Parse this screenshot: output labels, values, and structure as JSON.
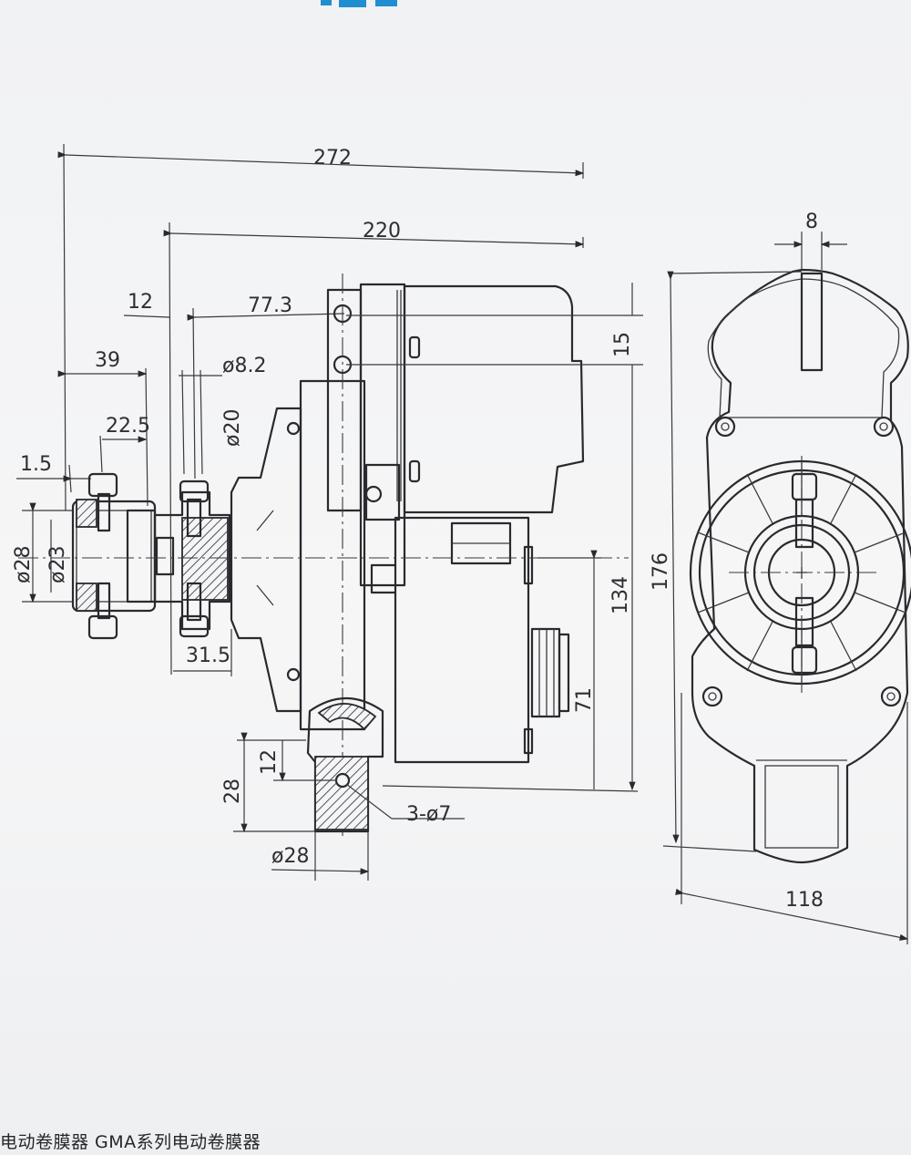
{
  "drawing": {
    "dimensions": {
      "overall_length": "272",
      "body_length": "220",
      "flange_offset": "12",
      "hole_offset": "77.3",
      "shaft_length": "39",
      "shaft_inner": "22.5",
      "lip": "1.5",
      "bolt_hole": "ø8.2",
      "bore": "ø20",
      "outer_dia": "ø28",
      "inner_dia": "ø23",
      "spacer": "31.5",
      "top_offset": "15",
      "height_mid": "134",
      "height_low": "71",
      "base_offset": "12",
      "base_height": "28",
      "mount_holes": "3-ø7",
      "base_dia": "ø28",
      "total_height": "176",
      "slot_width": "8",
      "total_width": "118"
    },
    "caption": "电动卷膜器  GMA系列电动卷膜器"
  },
  "colors": {
    "line": "#2a2a2e",
    "paper": "#f4f5f6",
    "header_blue": "#1f8fd0"
  }
}
